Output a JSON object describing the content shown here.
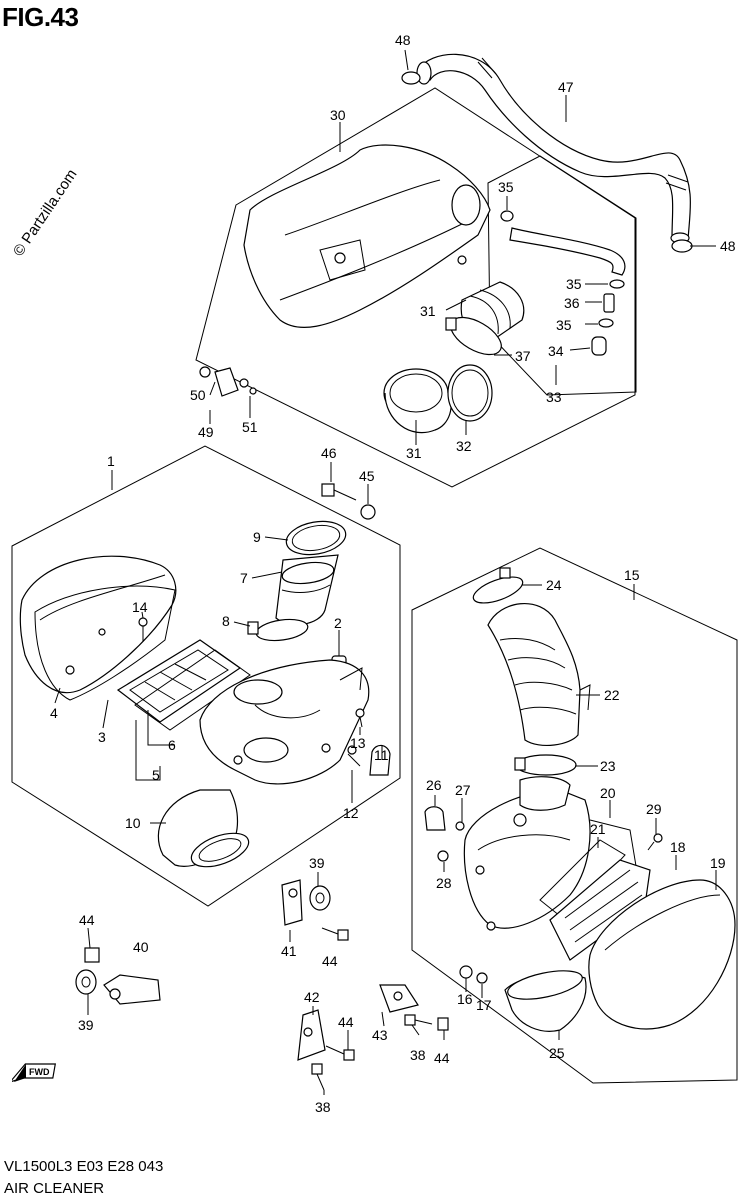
{
  "figure": {
    "title": "FIG.43",
    "watermark": "© Partzilla.com",
    "fwd_label": "FWD",
    "model_code": "VL1500L3  E03  E28  043",
    "caption": "AIR CLEANER"
  },
  "callouts": [
    {
      "id": "c48a",
      "label": "48"
    },
    {
      "id": "c47",
      "label": "47"
    },
    {
      "id": "c30",
      "label": "30"
    },
    {
      "id": "c35a",
      "label": "35"
    },
    {
      "id": "c48b",
      "label": "48"
    },
    {
      "id": "c35b",
      "label": "35"
    },
    {
      "id": "c36",
      "label": "36"
    },
    {
      "id": "c35c",
      "label": "35"
    },
    {
      "id": "c34",
      "label": "34"
    },
    {
      "id": "c33",
      "label": "33"
    },
    {
      "id": "c31a",
      "label": "31"
    },
    {
      "id": "c37",
      "label": "37"
    },
    {
      "id": "c31b",
      "label": "31"
    },
    {
      "id": "c32",
      "label": "32"
    },
    {
      "id": "c50",
      "label": "50"
    },
    {
      "id": "c49",
      "label": "49"
    },
    {
      "id": "c51",
      "label": "51"
    },
    {
      "id": "c1",
      "label": "1"
    },
    {
      "id": "c46",
      "label": "46"
    },
    {
      "id": "c45",
      "label": "45"
    },
    {
      "id": "c9",
      "label": "9"
    },
    {
      "id": "c7",
      "label": "7"
    },
    {
      "id": "c14",
      "label": "14"
    },
    {
      "id": "c8",
      "label": "8"
    },
    {
      "id": "c2",
      "label": "2"
    },
    {
      "id": "c4",
      "label": "4"
    },
    {
      "id": "c3",
      "label": "3"
    },
    {
      "id": "c6",
      "label": "6"
    },
    {
      "id": "c5",
      "label": "5"
    },
    {
      "id": "c13",
      "label": "13"
    },
    {
      "id": "c11",
      "label": "11"
    },
    {
      "id": "c12",
      "label": "12"
    },
    {
      "id": "c10",
      "label": "10"
    },
    {
      "id": "c15",
      "label": "15"
    },
    {
      "id": "c24",
      "label": "24"
    },
    {
      "id": "c22",
      "label": "22"
    },
    {
      "id": "c23",
      "label": "23"
    },
    {
      "id": "c26",
      "label": "26"
    },
    {
      "id": "c27",
      "label": "27"
    },
    {
      "id": "c20",
      "label": "20"
    },
    {
      "id": "c29",
      "label": "29"
    },
    {
      "id": "c21",
      "label": "21"
    },
    {
      "id": "c18",
      "label": "18"
    },
    {
      "id": "c19",
      "label": "19"
    },
    {
      "id": "c28",
      "label": "28"
    },
    {
      "id": "c39a",
      "label": "39"
    },
    {
      "id": "c41",
      "label": "41"
    },
    {
      "id": "c44a",
      "label": "44"
    },
    {
      "id": "c44b",
      "label": "44"
    },
    {
      "id": "c40",
      "label": "40"
    },
    {
      "id": "c39b",
      "label": "39"
    },
    {
      "id": "c16",
      "label": "16"
    },
    {
      "id": "c17",
      "label": "17"
    },
    {
      "id": "c42",
      "label": "42"
    },
    {
      "id": "c44c",
      "label": "44"
    },
    {
      "id": "c43",
      "label": "43"
    },
    {
      "id": "c38a",
      "label": "38"
    },
    {
      "id": "c44d",
      "label": "44"
    },
    {
      "id": "c25",
      "label": "25"
    },
    {
      "id": "c38b",
      "label": "38"
    }
  ]
}
